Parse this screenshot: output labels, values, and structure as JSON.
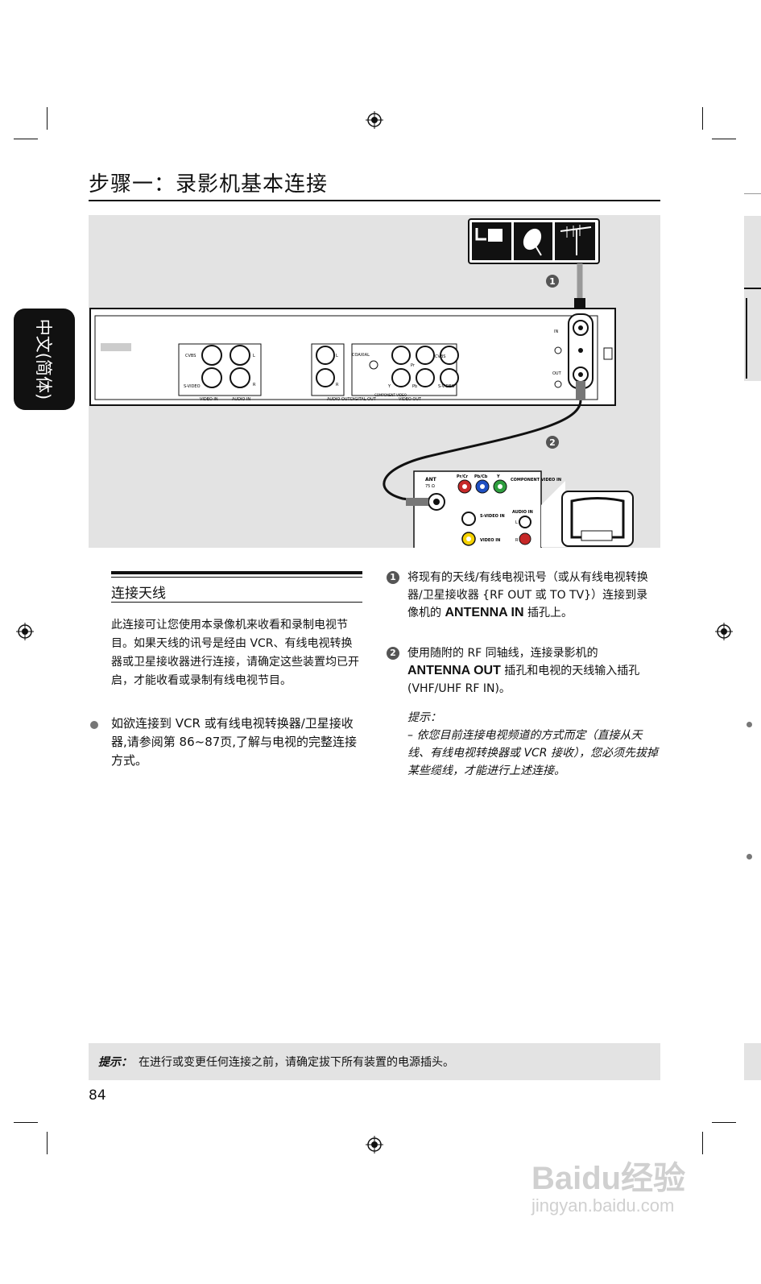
{
  "page": {
    "title": "步骤一：录影机基本连接",
    "side_tab": "中文(简体)",
    "page_number": "84"
  },
  "diagram": {
    "step1": "1",
    "step2": "2",
    "rear_panel": {
      "video_in": "VIDEO IN",
      "audio_in": "AUDIO IN",
      "cvbs": "CVBS",
      "svideo": "S-VIDEO",
      "L": "L",
      "R": "R",
      "audio_out": "AUDIO OUT",
      "digital_out": "DIGITAL OUT",
      "coaxial": "COAXIAL",
      "component_video": "COMPONENT VIDEO",
      "video_out": "VIDEO OUT",
      "pr": "Pr",
      "pb": "Pb",
      "y": "Y",
      "in": "IN",
      "out": "OUT"
    },
    "tv_panel": {
      "ant": "ANT",
      "ohm": "75 Ω",
      "prcr": "Pr/Cr",
      "pbcb": "Pb/Cb",
      "y": "Y",
      "component_video_in": "COMPONENT VIDEO IN",
      "svideo_in": "S-VIDEO IN",
      "audio_in": "AUDIO IN",
      "L": "L",
      "R": "R",
      "video_in": "VIDEO IN"
    }
  },
  "section": {
    "title": "连接天线",
    "intro": "此连接可让您使用本录像机来收看和录制电视节目。如果天线的讯号是经由 VCR、有线电视转换器或卫星接收器进行连接，请确定这些装置均已开启，才能收看或录制有线电视节目。",
    "bullet": "如欲连接到 VCR 或有线电视转换器/卫星接收器,请参阅第 86~87页,了解与电视的完整连接方式。"
  },
  "steps": [
    {
      "num": "❶",
      "pre": "将现有的天线/有线电视讯号（或从有线电视转换器/卫星接收器 {RF OUT 或 TO TV}）连接到录像机的 ",
      "bold": "ANTENNA IN",
      "post": " 插孔上。"
    },
    {
      "num": "❷",
      "pre": "使用随附的 RF 同轴线，连接录影机的 ",
      "bold": "ANTENNA OUT",
      "post": " 插孔和电视的天线输入插孔 (VHF/UHF RF IN)。"
    }
  ],
  "tip": {
    "head": "提示：",
    "body": "– 依您目前连接电视频道的方式而定（直接从天线、有线电视转换器或 VCR 接收），您必须先拔掉某些缆线，才能进行上述连接。"
  },
  "note": {
    "label": "提示：",
    "text": "在进行或变更任何连接之前，请确定拔下所有装置的电源插头。"
  },
  "watermark": {
    "brand": "Baidu经验",
    "url": "jingyan.baidu.com"
  }
}
